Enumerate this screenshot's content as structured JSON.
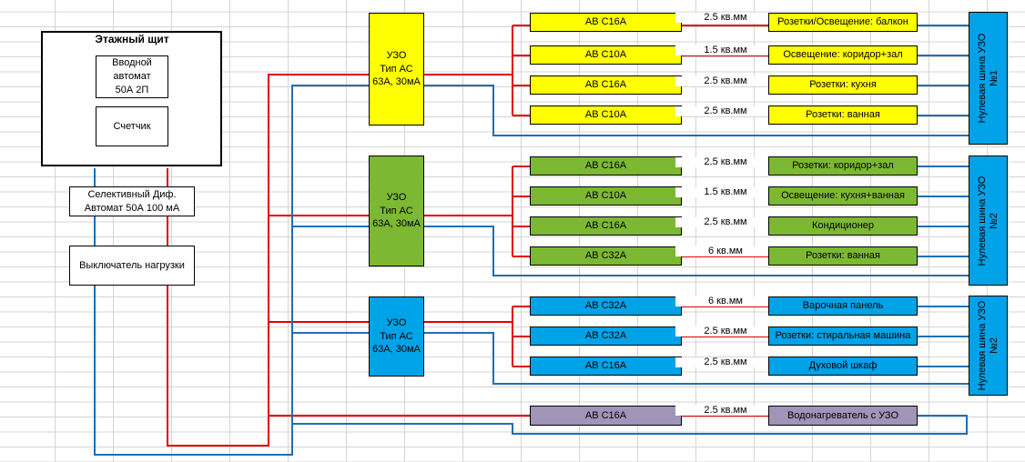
{
  "floor_panel": {
    "title": "Этажный щит",
    "main_breaker": "Вводной\nавтомат\n50А 2П",
    "meter": "Счетчик"
  },
  "selective_breaker": "Селективный Диф.\nАвтомат 50А 100 мА",
  "load_switch": "Выключатель нагрузки",
  "rcd_groups": [
    {
      "rcd": "УЗО\nТип АС\n63А, 30мА",
      "bus": "Нулевая шина УЗО\n№1",
      "circuits": [
        {
          "breaker": "АВ С16А",
          "cable": "2.5 кв.мм",
          "load": "Розетки/Освещение: балкон"
        },
        {
          "breaker": "АВ С10А",
          "cable": "1.5 кв.мм",
          "load": "Освещение: коридор+зал"
        },
        {
          "breaker": "АВ С16А",
          "cable": "2.5 кв.мм",
          "load": "Розетки: кухня"
        },
        {
          "breaker": "АВ С10А",
          "cable": "2.5 кв.мм",
          "load": "Розетки: ванная"
        }
      ]
    },
    {
      "rcd": "УЗО\nТип АС\n63А, 30мА",
      "bus": "Нулевая шина УЗО\n№2",
      "circuits": [
        {
          "breaker": "АВ С16А",
          "cable": "2.5 кв.мм",
          "load": "Розетки: коридор+зал"
        },
        {
          "breaker": "АВ С10А",
          "cable": "1.5 кв.мм",
          "load": "Освещение: кухня+ванная"
        },
        {
          "breaker": "АВ С16А",
          "cable": "2.5 кв.мм",
          "load": "Кондиционер"
        },
        {
          "breaker": "АВ С32А",
          "cable": "6 кв.мм",
          "load": "Розетки: ванная"
        }
      ]
    },
    {
      "rcd": "УЗО\nТип АС\n63А, 30мА",
      "bus": "Нулевая шина УЗО\n№2",
      "circuits": [
        {
          "breaker": "АВ С32А",
          "cable": "6 кв.мм",
          "load": "Варочная панель"
        },
        {
          "breaker": "АВ С32А",
          "cable": "2.5 кв.мм",
          "load": "Розетки: стиральная машина"
        },
        {
          "breaker": "АВ С16А",
          "cable": "2.5 кв.мм",
          "load": "Духовой шкаф"
        }
      ]
    }
  ],
  "standalone_circuit": {
    "breaker": "АВ С16А",
    "cable": "2.5 кв.мм",
    "load": "Водонагреватель с УЗО"
  },
  "colors": {
    "phase_wire": "#e00000",
    "neutral_wire": "#1f6fb4",
    "group1": "#ffff00",
    "group2": "#7cb832",
    "group3": "#00a2e8",
    "standalone": "#a094b8"
  }
}
